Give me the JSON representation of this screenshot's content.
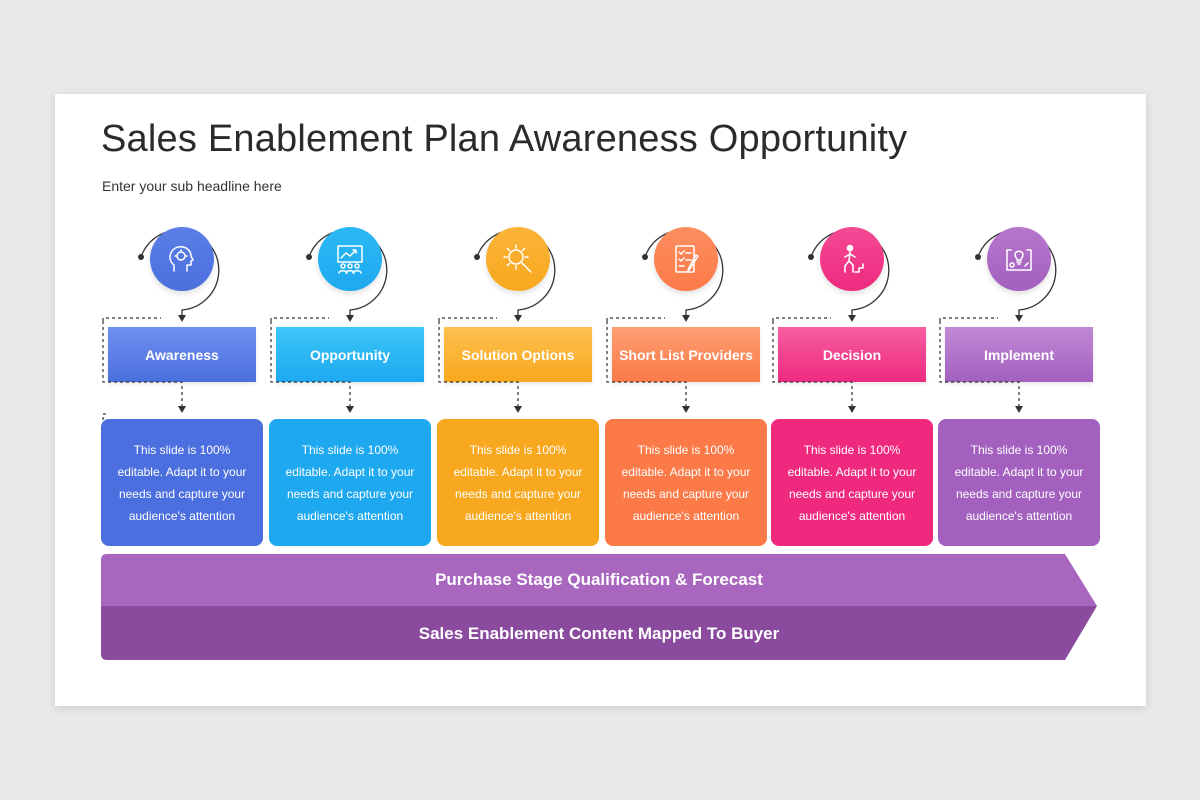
{
  "title": "Sales Enablement Plan Awareness Opportunity",
  "subtitle": "Enter your sub headline here",
  "stages": [
    {
      "label": "Awareness",
      "description": "This slide is 100% editable. Adapt it to your needs and capture your audience's attention",
      "icon": "head-idea-icon",
      "color_top": "#5a7fe6",
      "color_bottom": "#4b6fde"
    },
    {
      "label": "Opportunity",
      "description": "This slide is 100% editable. Adapt it to your needs and capture your audience's attention",
      "icon": "chart-audience-icon",
      "color_top": "#2bb9f5",
      "color_bottom": "#1ea8f0"
    },
    {
      "label": "Solution Options",
      "description": "This slide is 100% editable. Adapt it to your needs and capture your audience's attention",
      "icon": "gear-search-icon",
      "color_top": "#fbb33a",
      "color_bottom": "#f8a81e"
    },
    {
      "label": "Short List Providers",
      "description": "This slide is 100% editable. Adapt it to your needs and capture your audience's attention",
      "icon": "checklist-icon",
      "color_top": "#fd8e5f",
      "color_bottom": "#fb7a48"
    },
    {
      "label": "Decision",
      "description": "This slide is 100% editable. Adapt it to your needs and capture your audience's attention",
      "icon": "person-climbing-icon",
      "color_top": "#f34a95",
      "color_bottom": "#ef2a7e"
    },
    {
      "label": "Implement",
      "description": "This slide is 100% editable. Adapt it to your needs and capture your audience's attention",
      "icon": "plan-idea-icon",
      "color_top": "#b676cc",
      "color_bottom": "#a360bf"
    }
  ],
  "banner": {
    "top_text": "Purchase Stage Qualification & Forecast",
    "bottom_text": "Sales Enablement Content Mapped To Buyer",
    "top_color": "#a85fbe",
    "bottom_color": "#8a4b9e"
  }
}
